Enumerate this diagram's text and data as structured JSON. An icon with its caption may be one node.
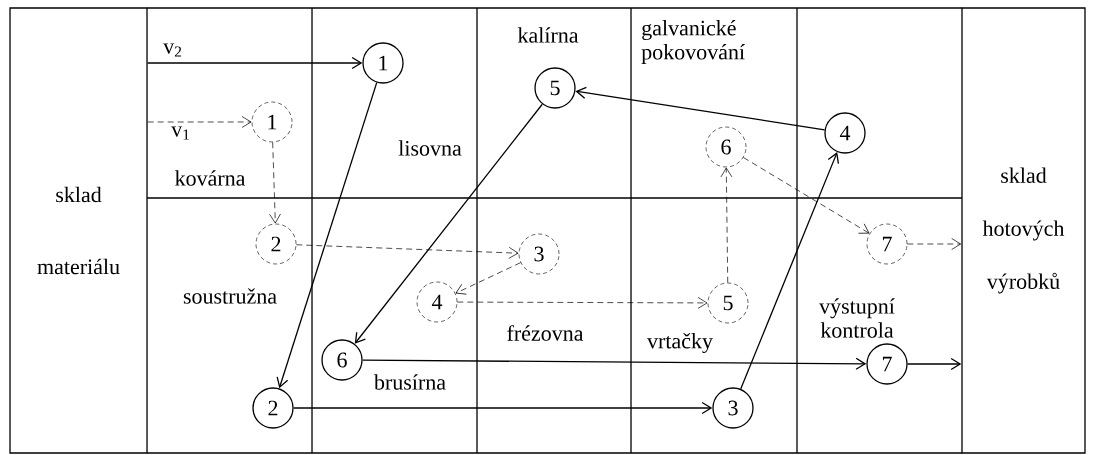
{
  "diagram": {
    "nodes": [
      {
        "text": [
          "sklad materiálu"
        ]
      },
      {
        "text": [
          "sklad hotových výrobků"
        ]
      },
      {
        "text": [
          "1"
        ]
      },
      {
        "text": [
          "2"
        ]
      },
      {
        "text": [
          "3"
        ]
      },
      {
        "text": [
          "4"
        ]
      },
      {
        "text": [
          "5"
        ]
      },
      {
        "text": [
          "6"
        ]
      },
      {
        "text": [
          "7"
        ]
      },
      {
        "text": [
          "1"
        ]
      },
      {
        "text": [
          "2"
        ]
      },
      {
        "text": [
          "3"
        ]
      },
      {
        "text": [
          "4"
        ]
      },
      {
        "text": [
          "5"
        ]
      },
      {
        "text": [
          "6"
        ]
      },
      {
        "text": [
          "7"
        ]
      }
    ],
    "edges": [
      {
        "from": 0,
        "to": 2,
        "arrow": "to",
        "label": "v$_{2}$"
      },
      {
        "from": 2,
        "to": 3,
        "arrow": "to"
      },
      {
        "from": 3,
        "to": 4,
        "arrow": "to"
      },
      {
        "from": 4,
        "to": 5,
        "arrow": "to"
      },
      {
        "from": 5,
        "to": 6,
        "arrow": "to"
      },
      {
        "from": 6,
        "to": 7,
        "arrow": "to"
      },
      {
        "from": 7,
        "to": 8,
        "arrow": "to"
      },
      {
        "from": 8,
        "to": 1,
        "arrow": "to"
      },
      {
        "from": 0,
        "to": 9,
        "arrow": "to",
        "label": "v$_{1}$",
        "style": "dashed"
      },
      {
        "from": 9,
        "to": 10,
        "arrow": "to",
        "style": "dashed"
      },
      {
        "from": 10,
        "to": 11,
        "arrow": "to",
        "style": "dashed"
      },
      {
        "from": 11,
        "to": 12,
        "arrow": "to",
        "style": "dashed"
      },
      {
        "from": 12,
        "to": 13,
        "arrow": "to",
        "style": "dashed"
      },
      {
        "from": 13,
        "to": 14,
        "arrow": "to",
        "style": "dashed"
      },
      {
        "from": 14,
        "to": 15,
        "arrow": "to",
        "style": "dashed"
      },
      {
        "from": 15,
        "to": 1,
        "arrow": "to",
        "style": "dashed"
      }
    ],
    "labels": [
      "kalírna",
      "galvanické pokovování",
      "lisovna",
      "kovárna",
      "soustružna",
      "výstupní kontrola",
      "frézovna",
      "vrtačky",
      "brusírna"
    ]
  }
}
